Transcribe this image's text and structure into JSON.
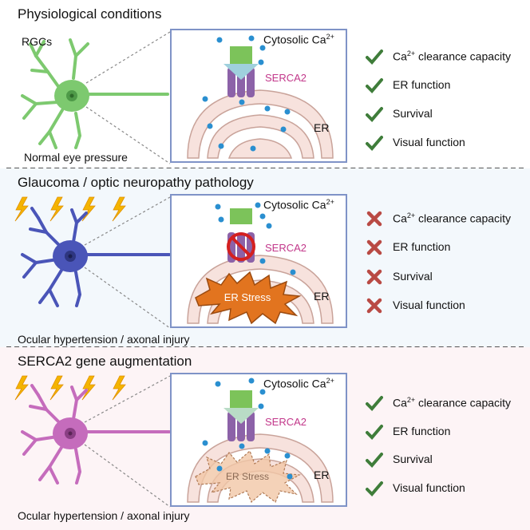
{
  "panels": [
    {
      "title": "Physiological conditions",
      "neuron_label": "RGCs",
      "caption": "Normal eye pressure",
      "cytosolic": {
        "text": "Cytosolic Ca",
        "sup": "2+"
      },
      "serca": "SERCA2",
      "er": "ER",
      "stress": "",
      "outcome": "check",
      "items": [
        {
          "pre": "Ca",
          "sup": "2+",
          "post": " clearance capacity"
        },
        {
          "pre": "ER function",
          "sup": "",
          "post": ""
        },
        {
          "pre": "Survival",
          "sup": "",
          "post": ""
        },
        {
          "pre": "Visual function",
          "sup": "",
          "post": ""
        }
      ]
    },
    {
      "title": "Glaucoma / optic neuropathy pathology",
      "neuron_label": "",
      "caption": "Ocular hypertension / axonal injury",
      "cytosolic": {
        "text": "Cytosolic Ca",
        "sup": "2+"
      },
      "serca": "SERCA2",
      "er": "ER",
      "stress": "ER Stress",
      "outcome": "cross",
      "items": [
        {
          "pre": "Ca",
          "sup": "2+",
          "post": " clearance capacity"
        },
        {
          "pre": "ER function",
          "sup": "",
          "post": ""
        },
        {
          "pre": "Survival",
          "sup": "",
          "post": ""
        },
        {
          "pre": "Visual function",
          "sup": "",
          "post": ""
        }
      ]
    },
    {
      "title": "SERCA2 gene augmentation",
      "neuron_label": "",
      "caption": "Ocular hypertension / axonal injury",
      "cytosolic": {
        "text": "Cytosolic Ca",
        "sup": "2+"
      },
      "serca": "SERCA2",
      "er": "ER",
      "stress": "ER Stress",
      "outcome": "check",
      "items": [
        {
          "pre": "Ca",
          "sup": "2+",
          "post": " clearance capacity"
        },
        {
          "pre": "ER function",
          "sup": "",
          "post": ""
        },
        {
          "pre": "Survival",
          "sup": "",
          "post": ""
        },
        {
          "pre": "Visual function",
          "sup": "",
          "post": ""
        }
      ]
    }
  ],
  "colors": {
    "neuron_normal": "#7dc96f",
    "neuron_glaucoma": "#4a55b8",
    "neuron_augmented": "#c56cbc",
    "check": "#3f7d3a",
    "cross": "#b94a44",
    "serca": "#8c62a8",
    "calcium": "#2a8fd0",
    "box_border": "#7f93c7"
  }
}
